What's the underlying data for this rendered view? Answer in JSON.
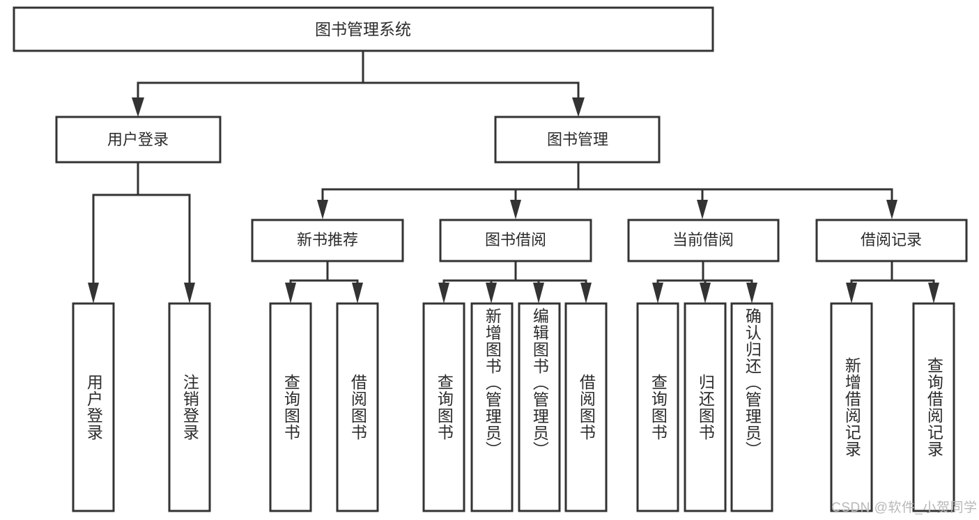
{
  "diagram": {
    "type": "tree",
    "title_node": {
      "label": "图书管理系统"
    },
    "level2": [
      {
        "id": "user-login",
        "label": "用户登录"
      },
      {
        "id": "book-management",
        "label": "图书管理"
      }
    ],
    "level3": [
      {
        "id": "new-book-recommend",
        "label": "新书推荐"
      },
      {
        "id": "book-borrow",
        "label": "图书借阅"
      },
      {
        "id": "current-borrow",
        "label": "当前借阅"
      },
      {
        "id": "borrow-record",
        "label": "借阅记录"
      }
    ],
    "leaves": [
      {
        "id": "leaf-user-login",
        "label": "用户登录",
        "parent": "user-login"
      },
      {
        "id": "leaf-logout-login",
        "label": "注销登录",
        "parent": "user-login"
      },
      {
        "id": "leaf-query-book-1",
        "label": "查询图书",
        "parent": "new-book-recommend"
      },
      {
        "id": "leaf-borrow-book-1",
        "label": "借阅图书",
        "parent": "new-book-recommend"
      },
      {
        "id": "leaf-query-book-2",
        "label": "查询图书",
        "parent": "book-borrow"
      },
      {
        "id": "leaf-add-book",
        "label": "新增图书（管理员）",
        "parent": "book-borrow"
      },
      {
        "id": "leaf-edit-book",
        "label": "编辑图书（管理员）",
        "parent": "book-borrow"
      },
      {
        "id": "leaf-borrow-book-2",
        "label": "借阅图书",
        "parent": "book-borrow"
      },
      {
        "id": "leaf-query-book-3",
        "label": "查询图书",
        "parent": "current-borrow"
      },
      {
        "id": "leaf-return-book",
        "label": "归还图书",
        "parent": "current-borrow"
      },
      {
        "id": "leaf-confirm-return",
        "label": "确认归还（管理员）",
        "parent": "current-borrow"
      },
      {
        "id": "leaf-add-record",
        "label": "新增借阅记录",
        "parent": "borrow-record"
      },
      {
        "id": "leaf-query-record",
        "label": "查询借阅记录",
        "parent": "borrow-record"
      }
    ],
    "colors": {
      "box_fill": "#ffffff",
      "box_stroke": "#333333",
      "text": "#2b2b2b",
      "watermark": "#b8b8b8"
    }
  },
  "watermark": {
    "text": "CSDN @软件_小贺同学"
  }
}
